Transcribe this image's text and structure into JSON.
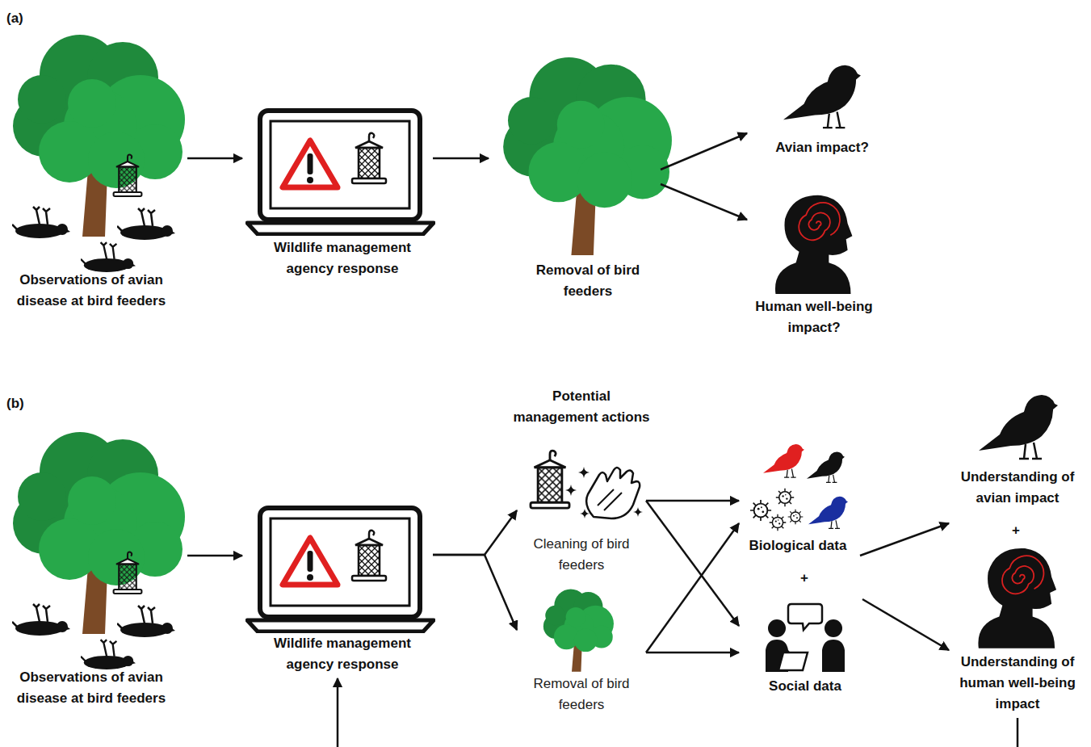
{
  "diagram": {
    "nodes": [
      {
        "text": [
          "Observations of avian disease at bird feeders"
        ]
      },
      {
        "text": [
          "Wildlife management agency response"
        ]
      },
      {
        "text": [
          "Removal of bird feeders"
        ]
      },
      {
        "text": [
          "Avian impact?"
        ]
      },
      {
        "text": [
          "Human well-being impact?"
        ]
      },
      {
        "text": [
          "Observations of avian disease at bird feeders"
        ]
      },
      {
        "text": [
          "Wildlife management agency response"
        ]
      },
      {
        "text": [
          "Cleaning of bird feeders"
        ]
      },
      {
        "text": [
          "Removal of bird feeders"
        ]
      },
      {
        "text": [
          "Biological data"
        ]
      },
      {
        "text": [
          "Social data"
        ]
      },
      {
        "text": [
          "Understanding of avian impact"
        ]
      },
      {
        "text": [
          "Understanding of human well-being impact"
        ]
      }
    ],
    "edges": [
      {
        "from": 0,
        "to": 1,
        "arrow": "to"
      },
      {
        "from": 1,
        "to": 2,
        "arrow": "to"
      },
      {
        "from": 2,
        "to": 3,
        "arrow": "to"
      },
      {
        "from": 2,
        "to": 4,
        "arrow": "to"
      },
      {
        "from": 5,
        "to": 6,
        "arrow": "to"
      },
      {
        "from": 6,
        "to": 7,
        "arrow": "to"
      },
      {
        "from": 6,
        "to": 8,
        "arrow": "to"
      },
      {
        "from": 7,
        "to": 9,
        "arrow": "to"
      },
      {
        "from": 7,
        "to": 10,
        "arrow": "to"
      },
      {
        "from": 8,
        "to": 9,
        "arrow": "to"
      },
      {
        "from": 8,
        "to": 10,
        "arrow": "to"
      },
      {
        "from": 9,
        "to": 11,
        "arrow": "to"
      },
      {
        "from": 10,
        "to": 12,
        "arrow": "to"
      },
      {
        "from": 12,
        "to": 6,
        "arrow": "to"
      }
    ],
    "labels": [
      "(a)",
      "(b)",
      "Potential management actions",
      "+",
      "+"
    ]
  }
}
